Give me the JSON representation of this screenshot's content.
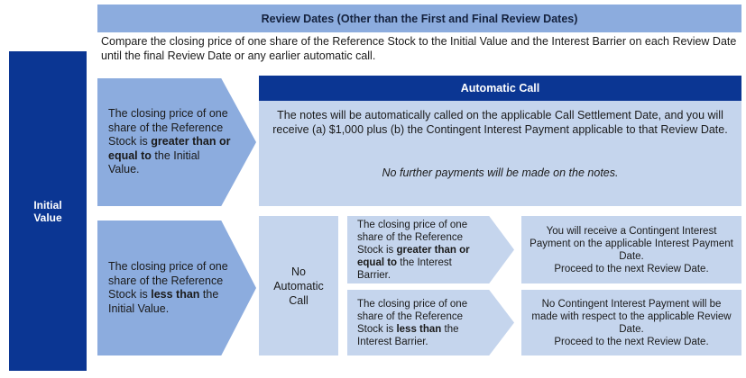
{
  "colors": {
    "dark_blue": "#0B3693",
    "medium_blue": "#8CACDE",
    "light_blue": "#C5D5ED",
    "text": "#1a1a1a",
    "white": "#FFFFFF"
  },
  "left_column": {
    "label": "Initial Value",
    "label_line1": "Initial",
    "label_line2": "Value"
  },
  "header": {
    "title": "Review Dates (Other than the First and Final Review Dates)",
    "body": "Compare the closing price of one share of the Reference Stock to the Initial Value and the Interest Barrier on each Review Date until the final Review Date or any earlier automatic call."
  },
  "branches": {
    "greater_equal_initial": {
      "text_plain": "The closing price of one share of the Reference Stock is greater than or equal to the Initial Value.",
      "prefix": "The closing price of one share of the Reference Stock is ",
      "emphasis": "greater than or equal to",
      "suffix": " the Initial Value."
    },
    "less_than_initial": {
      "text_plain": "The closing price of one share of the Reference Stock is less than the Initial Value.",
      "prefix": "The closing price of one share of the Reference Stock is ",
      "emphasis": "less than",
      "suffix": " the Initial Value."
    }
  },
  "automatic_call": {
    "title": "Automatic Call",
    "body": "The notes will be automatically called on the applicable Call Settlement Date, and you will receive (a) $1,000 plus (b) the Contingent Interest Payment applicable to that Review Date.",
    "note": "No further payments will be made on the notes."
  },
  "no_automatic_call": {
    "label": "No Automatic Call",
    "label_line1": "No",
    "label_line2": "Automatic",
    "label_line3": "Call"
  },
  "interest_barrier_branches": {
    "greater_equal_barrier": {
      "text_plain": "The closing price of one share of the Reference Stock is greater than or equal to the Interest Barrier.",
      "prefix": "The closing price of one share of the Reference Stock is ",
      "emphasis": "greater than or equal to",
      "suffix": " the Interest Barrier."
    },
    "less_than_barrier": {
      "text_plain": "The closing price of one share of the Reference Stock is less than the Interest Barrier.",
      "prefix": "The closing price of one share of the Reference Stock is ",
      "emphasis": "less than",
      "suffix": " the Interest Barrier."
    }
  },
  "outcomes": {
    "interest_paid": {
      "line1": "You will receive a Contingent Interest Payment on the applicable Interest Payment Date.",
      "line2": "Proceed to the next Review Date."
    },
    "no_interest": {
      "line1": "No Contingent Interest Payment will be made with respect to the applicable Review Date.",
      "line2": "Proceed to the next Review Date."
    }
  }
}
